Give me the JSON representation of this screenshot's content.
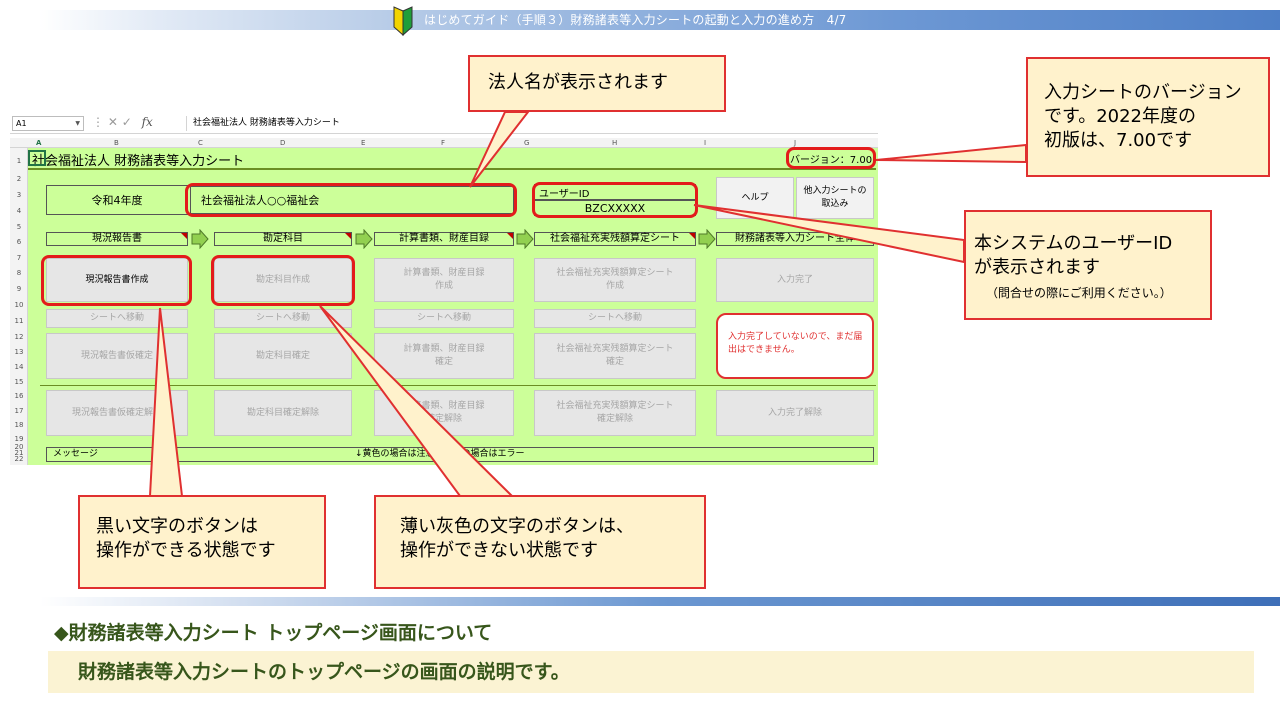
{
  "banner": {
    "title": "はじめてガイド（手順３）財務諸表等入力シートの起動と入力の進め方　4/7"
  },
  "excel": {
    "name_box": "A1",
    "formula_content": "社会福祉法人  財務諸表等入力シート",
    "columns": [
      "A",
      "B",
      "C",
      "D",
      "E",
      "F",
      "G",
      "H",
      "I",
      "J"
    ],
    "rows": [
      "1",
      "2",
      "3",
      "4",
      "5",
      "6",
      "7",
      "8",
      "9",
      "10",
      "11",
      "12",
      "13",
      "14",
      "15",
      "16",
      "17",
      "18",
      "19",
      "20",
      "21",
      "22"
    ],
    "sheet_title": "社会福祉法人  財務諸表等入力シート",
    "version": "バージョン：7.00",
    "fiscal_year": "令和4年度",
    "corp_name": "社会福祉法人○○福祉会",
    "user_id_label": "ユーザーID",
    "user_id": "BZCXXXXX",
    "help_button": "ヘルプ",
    "import_button": "他入力シートの\n取込み",
    "phases": [
      "現況報告書",
      "勘定科目",
      "計算書類、財産目録",
      "社会福祉充実残額算定シート",
      "財務諸表等入力シート全体"
    ],
    "row1_buttons": [
      "現況報告書作成",
      "勘定科目作成",
      "計算書類、財産目録\n作成",
      "社会福祉充実残額算定シート\n作成",
      "入力完了"
    ],
    "move_buttons": [
      "シートへ移動",
      "シートへ移動",
      "シートへ移動",
      "シートへ移動"
    ],
    "row2_buttons": [
      "現況報告書仮確定",
      "勘定科目確定",
      "計算書類、財産目録\n確定",
      "社会福祉充実残額算定シート\n確定"
    ],
    "row3_buttons": [
      "現況報告書仮確定解除",
      "勘定科目確定解除",
      "計算書類、財産目録\n確定解除",
      "社会福祉充実残額算定シート\n確定解除",
      "入力完了解除"
    ],
    "status_message": "入力完了していないので、まだ届出はできません。",
    "message_label": "メッセージ",
    "message_text": "↓黄色の場合は注意、赤色の場合はエラー"
  },
  "callouts": {
    "corp_name": "法人名が表示されます",
    "version_line1": "入力シートのバージョン",
    "version_line2": "です。2022年度の",
    "version_line3": "初版は、7.00です",
    "userid_line1": "本システムのユーザーID",
    "userid_line2": "が表示されます",
    "userid_note": "（問合せの際にご利用ください。）",
    "black_line1": "黒い文字のボタンは",
    "black_line2": "操作ができる状態です",
    "gray_line1": "薄い灰色の文字のボタンは、",
    "gray_line2": "操作ができない状態です"
  },
  "section": {
    "title": "◆財務諸表等入力シート トップページ画面について",
    "description": "財務諸表等入力シートのトップページの画面の説明です。"
  },
  "colors": {
    "sheet_bg": "#ccff99",
    "highlight_red": "#e31b1b",
    "callout_bg": "#fff2cc",
    "title_green": "#37561b",
    "active_cell": "#217346"
  }
}
